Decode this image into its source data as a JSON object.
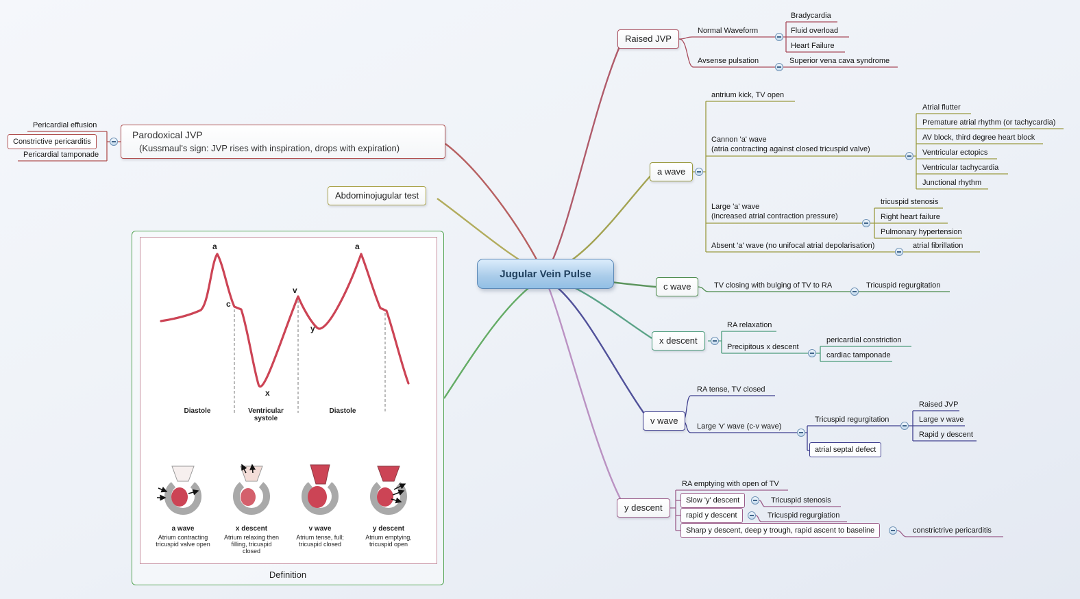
{
  "app": {
    "background": "#edf1f7"
  },
  "icons": {
    "collapse": "minus-circle"
  },
  "center": {
    "label": "Jugular Vein Pulse",
    "fill": "#a9cbe9",
    "border": "#5d89b6"
  },
  "raised": {
    "color": "#a84a5a",
    "label": "Raised JVP",
    "normal_waveform": "Normal Waveform",
    "bradycardia": "Bradycardia",
    "fluid_overload": "Fluid overload",
    "heart_failure": "Heart Failure",
    "absense_pulsation": "Avsense pulsation",
    "svc": "Superior vena cava syndrome"
  },
  "a_wave": {
    "color": "#9a9a3f",
    "label": "a wave",
    "atrium_kick": "antrium kick, TV open",
    "cannon_1": "Cannon 'a' wave",
    "cannon_2": "(atria contracting against closed tricuspid valve)",
    "atrial_flutter": "Atrial flutter",
    "premature": "Premature atrial rhythm (or tachycardia)",
    "av_block": "AV block, third degree heart block",
    "ventricular_ectopics": "Ventricular ectopics",
    "ventricular_tachycardia": "Ventricular tachycardia",
    "junctional_rhythm": "Junctional rhythm",
    "large_1": "Large 'a' wave",
    "large_2": "(increased atrial contraction pressure)",
    "tricuspid_stenosis": "tricuspid stenosis",
    "right_heart_failure": "Right heart failure",
    "pulmonary_hypertension": "Pulmonary hypertension",
    "absent": "Absent 'a' wave (no unifocal atrial depolarisation)",
    "atrial_fibrillation": "atrial fibrillation"
  },
  "c_wave": {
    "color": "#4a8a4a",
    "label": "c wave",
    "tv_closing": "TV closing with bulging of TV to RA",
    "tricuspid_regurgitation": "Tricuspid regurgitation"
  },
  "x_descent": {
    "color": "#4a9a7a",
    "label": "x descent",
    "ra_relaxation": "RA relaxation",
    "precipitous": "Precipitous x descent",
    "pericardial_constriction": "pericardial constriction",
    "cardiac_tamponade": "cardiac tamponade"
  },
  "v_wave": {
    "color": "#3f3f8f",
    "label": "v wave",
    "ra_tense": "RA tense, TV closed",
    "large_v": "Large 'v' wave (c-v wave)",
    "tricuspid_regurgitation": "Tricuspid regurgitation",
    "raised_jvp": "Raised JVP",
    "large_v_wave": "Large v wave",
    "rapid_y_descent": "Rapid y descent",
    "asd": "atrial septal defect"
  },
  "y_descent": {
    "color": "#9b5d8a",
    "label": "y descent",
    "ra_emptying": "RA emptying with open of TV",
    "slow_y": "Slow 'y' descent",
    "slow_y_child": "Tricuspid stenosis",
    "rapid_y": "rapid y descent",
    "rapid_y_child": "Tricuspid regurgiation",
    "sharp_y": "Sharp y descent, deep y trough, rapid ascent to baseline",
    "sharp_y_child": "constrictrive pericarditis"
  },
  "paradoxical": {
    "color": "#b05050",
    "title": "Parodoxical JVP",
    "subtitle": "(Kussmaul's sign: JVP rises with inspiration, drops with expiration)",
    "pericardial_effusion": "Pericardial effusion",
    "constrictive_pericarditis": "Constrictive pericarditis",
    "pericardial_tamponade": "Pericardial tamponade"
  },
  "abdominojugular": {
    "color": "#aba44b",
    "label": "Abdominojugular test"
  },
  "definition": {
    "color": "#54a454",
    "label": "Definition",
    "wave_labels": {
      "a1": "a",
      "c": "c",
      "v": "v",
      "y": "y",
      "x": "x",
      "a2": "a"
    },
    "phases": {
      "p1": "Diastole",
      "p2a": "Ventricular",
      "p2b": "systole",
      "p3": "Diastole"
    },
    "hearts": [
      {
        "title": "a wave",
        "line1": "Atrium contracting",
        "line2": "tricuspid valve open",
        "line3": ""
      },
      {
        "title": "x descent",
        "line1": "Atrium relaxing then",
        "line2": "filling, tricuspid",
        "line3": "closed"
      },
      {
        "title": "v wave",
        "line1": "Atrium tense, full;",
        "line2": "tricuspid closed",
        "line3": ""
      },
      {
        "title": "y descent",
        "line1": "Atrium emptying,",
        "line2": "tricuspid open",
        "line3": ""
      }
    ]
  }
}
